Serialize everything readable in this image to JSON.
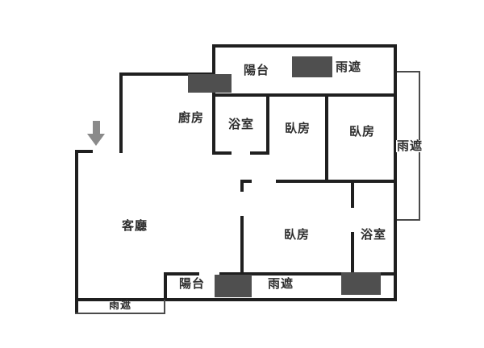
{
  "rooms": {
    "balcony_top": "陽台",
    "canopy_top": "雨遮",
    "kitchen": "廚房",
    "bathroom_upper": "浴室",
    "bedroom_upper_left": "臥房",
    "bedroom_upper_right": "臥房",
    "canopy_right": "雨遮",
    "living_room": "客廳",
    "bedroom_lower": "臥房",
    "bathroom_lower": "浴室",
    "balcony_bottom": "陽台",
    "canopy_bottom": "雨遮",
    "canopy_bottom_left": "雨遮"
  },
  "icons": {
    "entrance_arrow": "down-arrow"
  },
  "colors": {
    "wall": "#1f1f1f",
    "canopy_block": "#4f4f4f",
    "entrance_arrow": "#8a8a8a",
    "label_text": "#2e2e2e",
    "background": "#ffffff"
  }
}
